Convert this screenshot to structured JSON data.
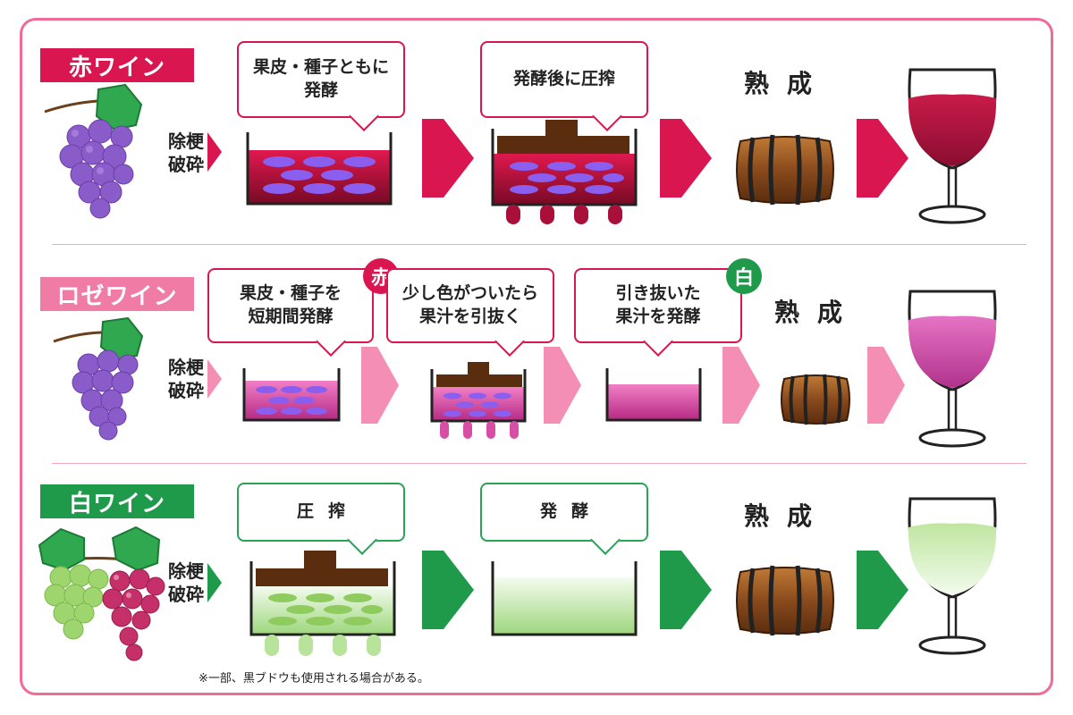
{
  "rows": {
    "red": {
      "label": "赤ワイン",
      "process": [
        "除梗",
        "破砕"
      ],
      "bubble1": [
        "果皮・種子ともに",
        "発酵"
      ],
      "bubble2": "発酵後に圧搾",
      "mature": "熟成"
    },
    "rose": {
      "label": "ロゼワイン",
      "process": [
        "除梗",
        "破砕"
      ],
      "bubble1": [
        "果皮・種子を",
        "短期間発酵"
      ],
      "bubble2": [
        "少し色がついたら",
        "果汁を引抜く"
      ],
      "bubble3": [
        "引き抜いた",
        "果汁を発酵"
      ],
      "badge_red": "赤",
      "badge_white": "白",
      "mature": "熟成"
    },
    "white": {
      "label": "白ワイン",
      "process": [
        "除梗",
        "破砕"
      ],
      "bubble1": "圧搾",
      "bubble2": "発酵",
      "mature": "熟成"
    }
  },
  "footnote": "※一部、黒ブドウも使用される場合がある。",
  "colors": {
    "frame": "#f06c98",
    "red_tag": "#d9164f",
    "rose_tag": "#f07ba5",
    "white_tag": "#1f9a4b",
    "red_arrow": "#d9164f",
    "rose_arrow": "#f58eb4",
    "green_arrow": "#1f9a4b",
    "red_wine": "#a8103a",
    "rose_wine": "#d84ea6",
    "white_wine": "#bfe6a8",
    "grape_purple": "#8a5cc9",
    "leaf_green": "#2fa84f",
    "barrel": "#8a4a1d"
  }
}
